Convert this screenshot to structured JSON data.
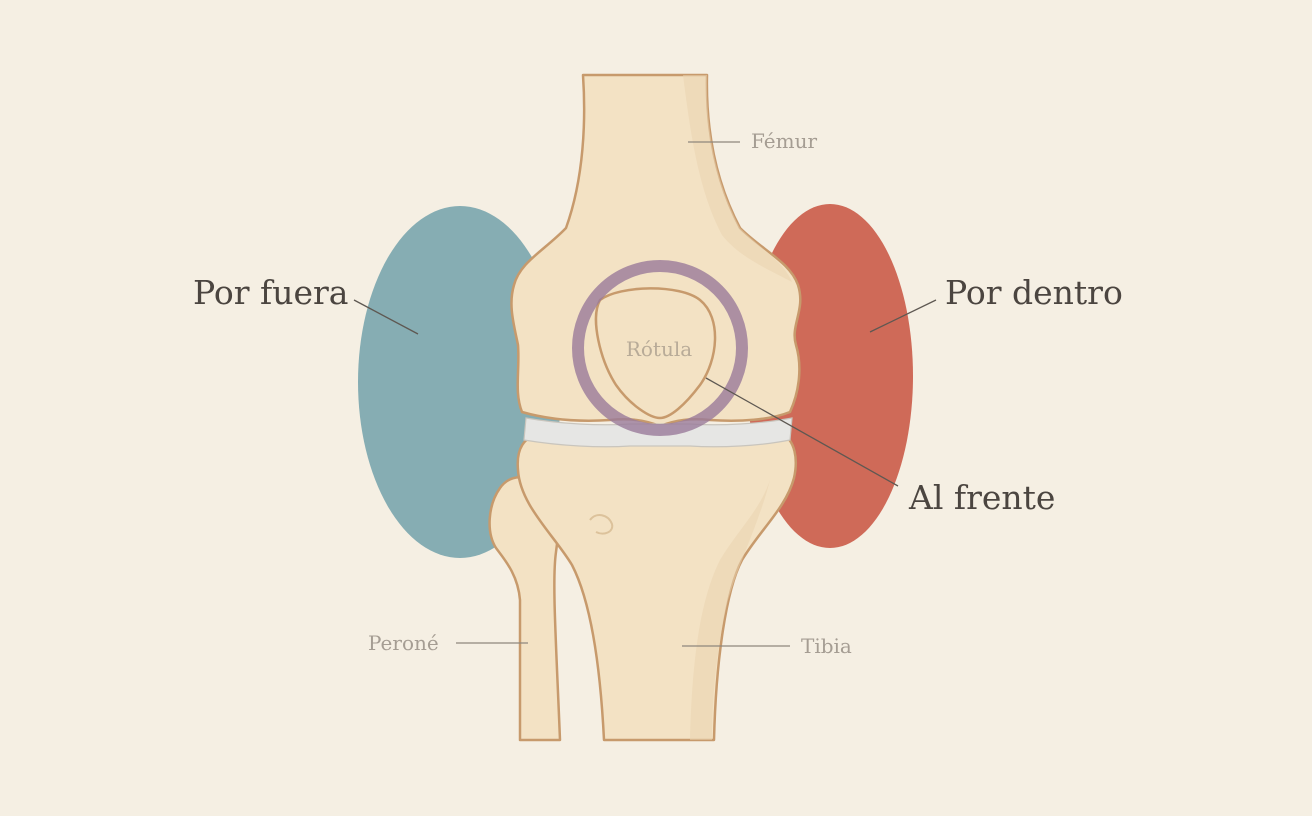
{
  "labels": {
    "outside": "Por fuera",
    "inside": "Por dentro",
    "front": "Al frente",
    "femur": "Fémur",
    "patella": "Rótula",
    "fibula": "Peroné",
    "tibia": "Tibia"
  },
  "colors": {
    "background": "#f5efe3",
    "outside_zone": "#86adb3",
    "inside_zone": "#cf6a58",
    "front_ring": "#9a7b9a",
    "bone_fill": "#f3e2c4",
    "bone_outline": "#c79a6c",
    "cartilage": "#e6e6e4"
  }
}
